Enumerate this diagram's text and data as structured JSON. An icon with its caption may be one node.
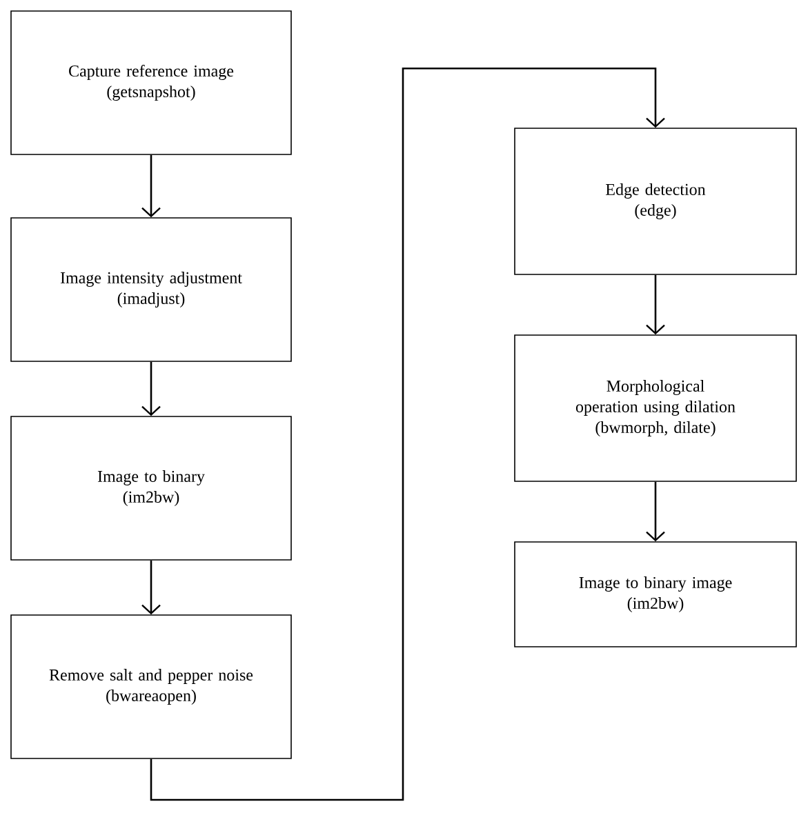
{
  "diagram": {
    "nodes": [
      {
        "text": [
          "Capture reference image",
          "(getsnapshot)"
        ]
      },
      {
        "text": [
          "Image intensity adjustment",
          "(imadjust)"
        ]
      },
      {
        "text": [
          "Image to binary",
          "(im2bw)"
        ]
      },
      {
        "text": [
          "Remove salt and pepper noise",
          "(bwareaopen)"
        ]
      },
      {
        "text": [
          "Edge detection",
          "(edge)"
        ]
      },
      {
        "text": [
          "Morphological operation using dilation",
          "(bwmorph, dilate)"
        ]
      },
      {
        "text": [
          "Image to binary image",
          "(im2bw)"
        ]
      }
    ],
    "edges": [
      {
        "from": 0,
        "to": 1,
        "arrow": "to"
      },
      {
        "from": 1,
        "to": 2,
        "arrow": "to"
      },
      {
        "from": 2,
        "to": 3,
        "arrow": "to"
      },
      {
        "from": 3,
        "to": 4,
        "arrow": "to"
      },
      {
        "from": 4,
        "to": 5,
        "arrow": "to"
      },
      {
        "from": 5,
        "to": 6,
        "arrow": "to"
      }
    ]
  }
}
